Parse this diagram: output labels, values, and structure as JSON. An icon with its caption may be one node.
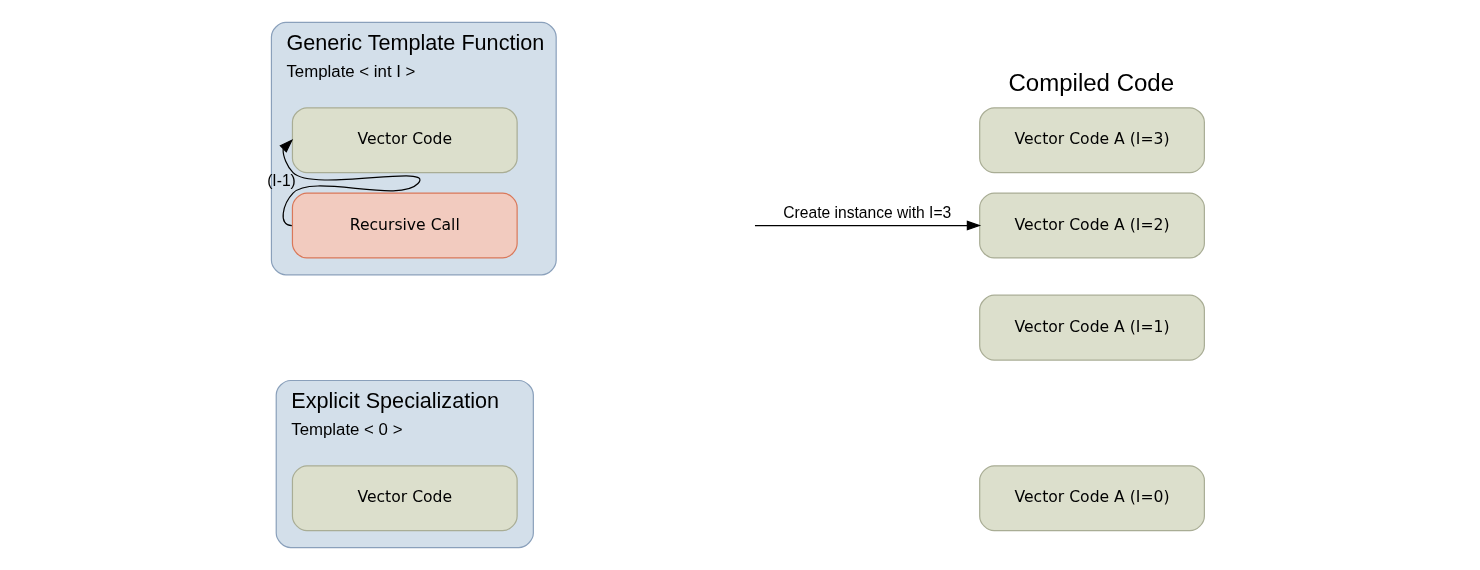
{
  "diagram": {
    "nodes": [
      {
        "text": [
          "Generic Template Function",
          "Template < int I >"
        ]
      },
      {
        "text": [
          "Vector Code"
        ],
        "in": 0
      },
      {
        "text": [
          "Recursive Call"
        ],
        "in": 0
      },
      {
        "text": [
          "Explicit Specialization",
          "Template < 0 >"
        ]
      },
      {
        "text": [
          "Vector Code"
        ],
        "in": 3
      },
      {
        "text": [
          "Vector Code A (I=3)"
        ]
      },
      {
        "text": [
          "Vector Code A (I=2)"
        ]
      },
      {
        "text": [
          "Vector Code A (I=1)"
        ]
      },
      {
        "text": [
          "Vector Code A (I=0)"
        ]
      }
    ],
    "edges": [
      {
        "from": 2,
        "to": 0,
        "arrow": "to",
        "label": "(I-1)"
      },
      {
        "from": null,
        "to": 6,
        "arrow": "to",
        "label": "Create instance with I=3"
      }
    ],
    "labels": [
      "Compiled Code"
    ]
  }
}
